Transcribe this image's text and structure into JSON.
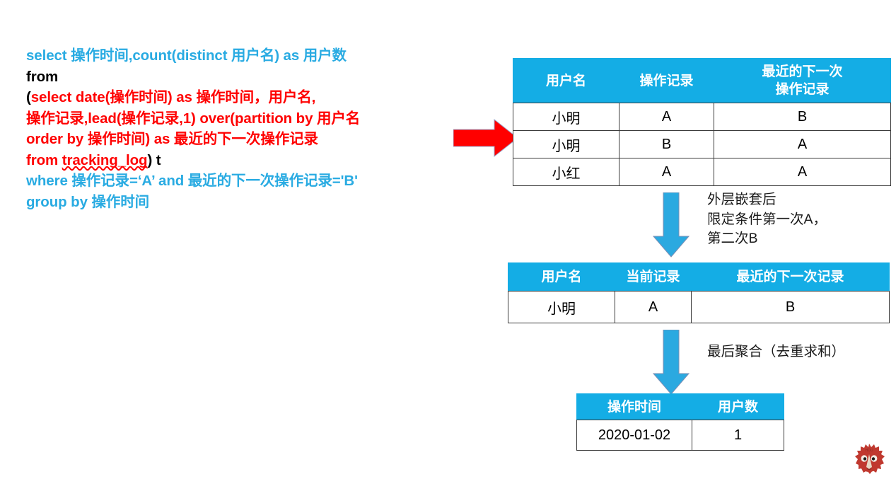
{
  "sql": {
    "lines": [
      [
        {
          "t": "select 操作时间,count(distinct 用户名) as 用户数",
          "color": "blue"
        }
      ],
      [
        {
          "t": "from",
          "color": "black"
        }
      ],
      [
        {
          "t": "(",
          "color": "black"
        },
        {
          "t": "select date(操作时间) as 操作时间，用户名,",
          "color": "red"
        }
      ],
      [
        {
          "t": "操作记录,lead(操作记录,1) over(partition by 用户名",
          "color": "red"
        }
      ],
      [
        {
          "t": "order by 操作时间) as 最近的下一次操作记录",
          "color": "red"
        }
      ],
      [
        {
          "t": "from ",
          "color": "red"
        },
        {
          "t": "tracking_log",
          "color": "red",
          "squiggle": true
        },
        {
          "t": ") t",
          "color": "black"
        }
      ],
      [
        {
          "t": "where 操作记录=‘A’ and 最近的下一次操作记录='B'",
          "color": "blue"
        }
      ],
      [
        {
          "t": "group by 操作时间",
          "color": "blue"
        }
      ]
    ]
  },
  "table_one": {
    "headers": [
      "用户名",
      "操作记录",
      "最近的下一次\n操作记录"
    ],
    "rows": [
      [
        "小明",
        "A",
        "B"
      ],
      [
        "小明",
        "B",
        "A"
      ],
      [
        "小红",
        "A",
        "A"
      ]
    ]
  },
  "table_two": {
    "headers": [
      "用户名",
      "当前记录",
      "最近的下一次记录"
    ],
    "rows": [
      [
        "小明",
        "A",
        "B"
      ]
    ]
  },
  "table_three": {
    "headers": [
      "操作时间",
      "用户数"
    ],
    "rows": [
      [
        "2020-01-02",
        "1"
      ]
    ]
  },
  "notes": {
    "one": "外层嵌套后\n限定条件第一次A，\n第二次B",
    "two": "最后聚合（去重求和）"
  },
  "icons": {
    "arrow_right": "red-right-arrow",
    "arrow_down": "blue-down-arrow",
    "mascot": "hedgehog-mascot"
  },
  "colors": {
    "header_blue": "#14ADE5",
    "sql_blue": "#29ABE2",
    "sql_red": "#FF0000",
    "arrow_red": "#FF0000",
    "arrow_blue": "#2BA9E0",
    "mascot_red": "#C0392F"
  }
}
